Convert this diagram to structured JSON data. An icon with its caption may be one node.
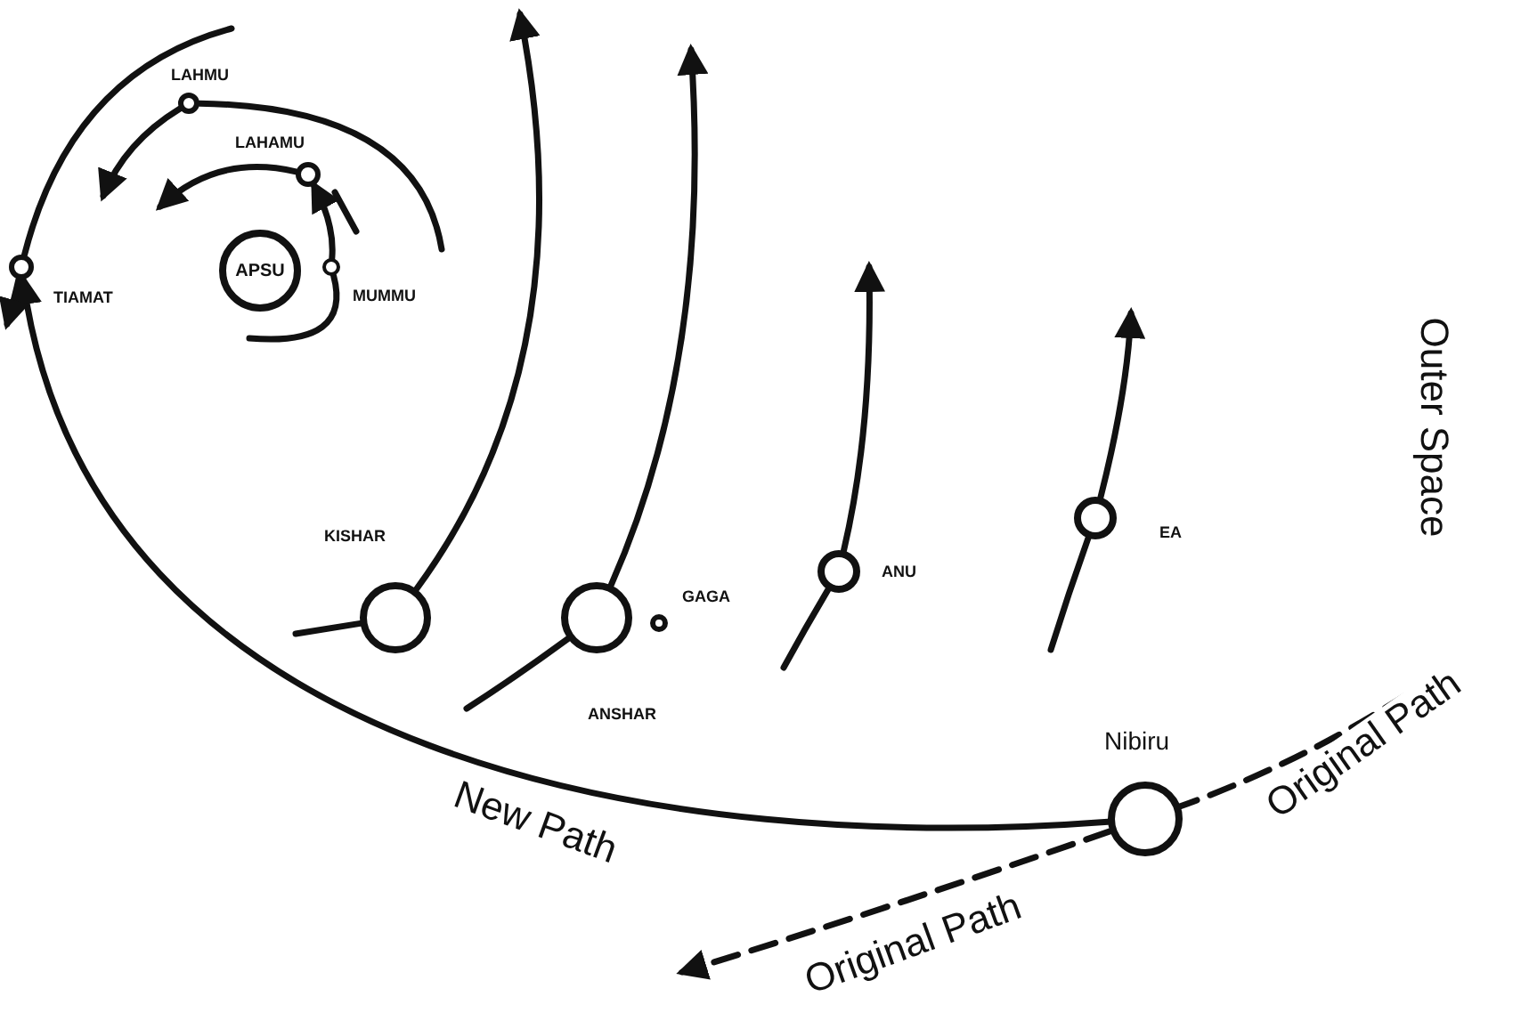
{
  "diagram": {
    "nodes": [
      {
        "text": [],
        "shape": "circle",
        "beside": [
          "LAHMU"
        ]
      },
      {
        "text": [],
        "shape": "circle",
        "beside": [
          "TIAMAT"
        ]
      },
      {
        "text": [],
        "shape": "circle",
        "beside": [
          "LAHAMU"
        ]
      },
      {
        "text": [
          "APSU"
        ]
      },
      {
        "text": [],
        "shape": "circle",
        "beside": [
          "MUMMU"
        ]
      },
      {
        "text": [],
        "shape": "circle",
        "beside": [
          "KISHAR"
        ]
      },
      {
        "text": [],
        "shape": "circle",
        "beside": [
          "ANSHAR"
        ]
      },
      {
        "text": [],
        "shape": "circle",
        "beside": [
          "GAGA"
        ]
      },
      {
        "text": [],
        "shape": "circle",
        "beside": [
          "ANU"
        ]
      },
      {
        "text": [],
        "shape": "circle",
        "beside": [
          "EA"
        ]
      },
      {
        "text": [],
        "shape": "circle",
        "beside": [
          "Nibiru"
        ]
      }
    ],
    "edges": [
      {
        "from": 10,
        "to": 1,
        "arrow": "to",
        "label": "New Path"
      },
      {
        "from": 10,
        "to": null,
        "arrow": "to",
        "label": "Original Path",
        "style": "dashed"
      },
      {
        "from": null,
        "to": 10,
        "arrow": "none",
        "label": "Original Path",
        "style": "dashed"
      },
      {
        "from": 1,
        "to": null,
        "arrow": "to"
      },
      {
        "from": null,
        "to": 1,
        "arrow": "none"
      },
      {
        "from": 0,
        "to": null,
        "arrow": "to"
      },
      {
        "from": null,
        "to": 0,
        "arrow": "none"
      },
      {
        "from": 2,
        "to": null,
        "arrow": "to"
      },
      {
        "from": 4,
        "to": 2,
        "arrow": "to"
      },
      {
        "from": null,
        "to": 4,
        "arrow": "none"
      },
      {
        "from": 5,
        "to": null,
        "arrow": "to"
      },
      {
        "from": null,
        "to": 5,
        "arrow": "none"
      },
      {
        "from": 6,
        "to": null,
        "arrow": "to"
      },
      {
        "from": null,
        "to": 6,
        "arrow": "none"
      },
      {
        "from": 8,
        "to": null,
        "arrow": "to"
      },
      {
        "from": null,
        "to": 8,
        "arrow": "none"
      },
      {
        "from": 9,
        "to": null,
        "arrow": "to"
      },
      {
        "from": null,
        "to": 9,
        "arrow": "none"
      }
    ],
    "labels": [
      "Outer Space"
    ]
  }
}
